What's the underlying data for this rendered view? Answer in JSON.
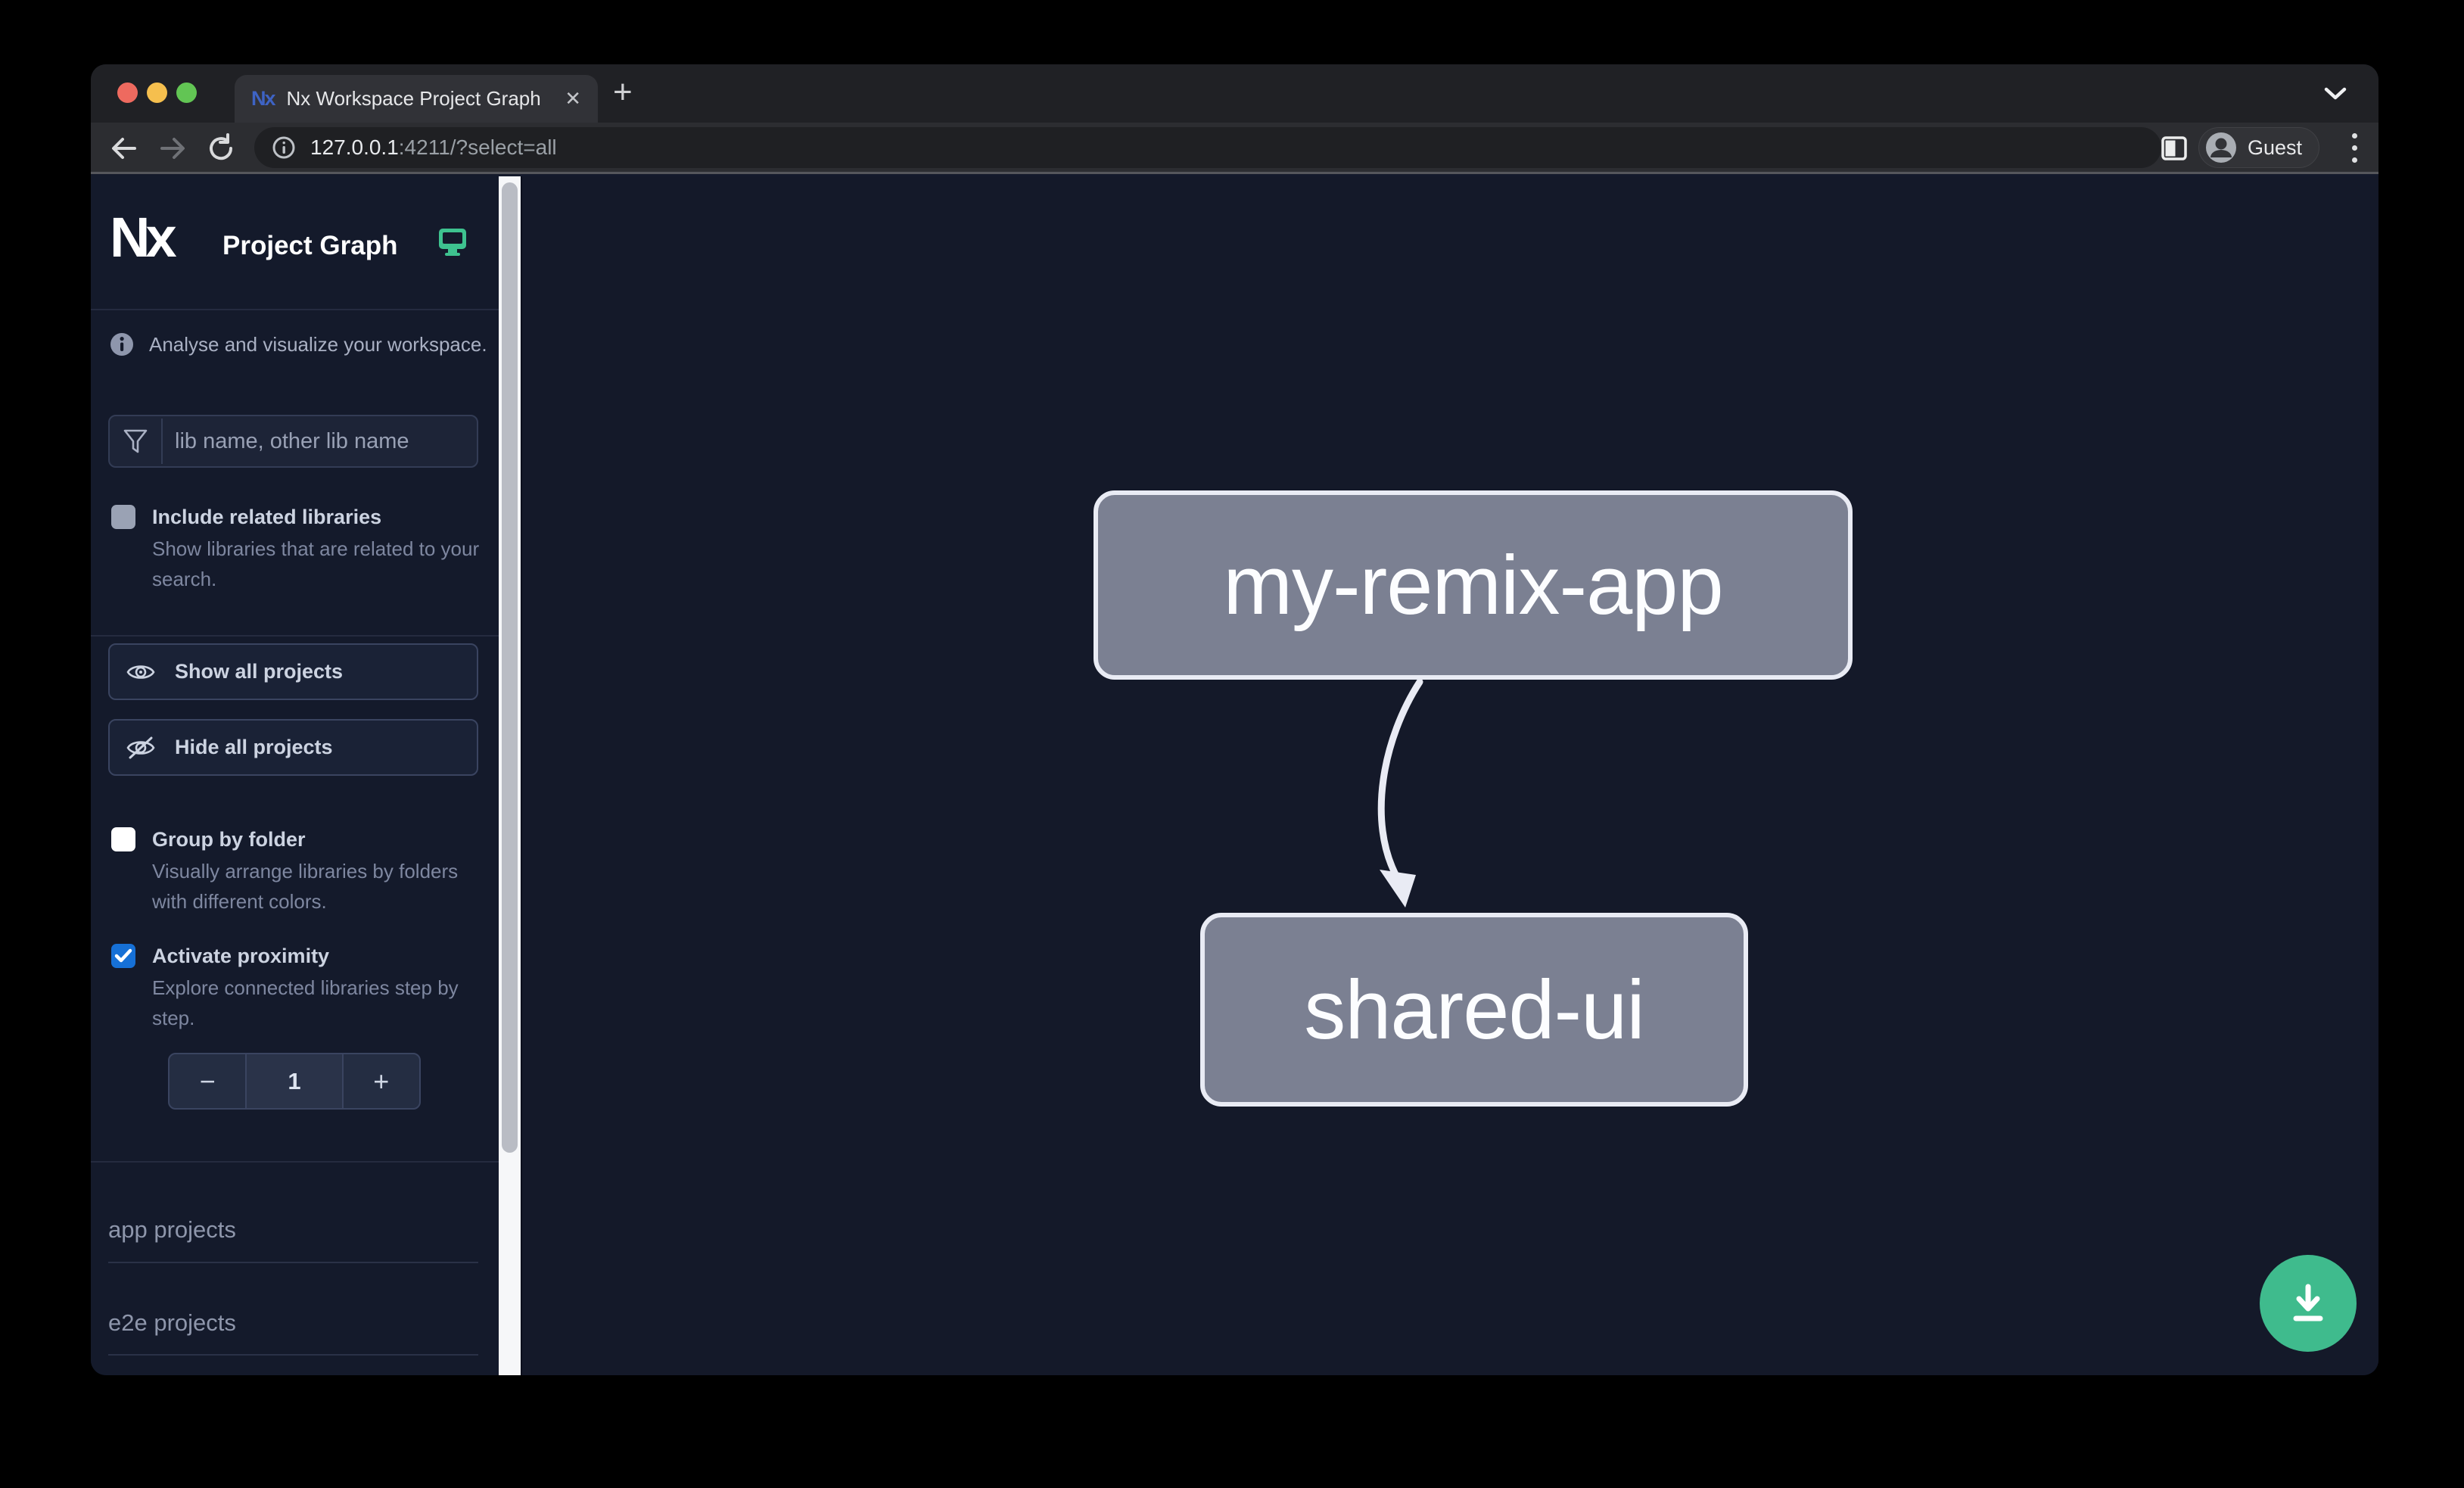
{
  "browser": {
    "tab": {
      "title": "Nx Workspace Project Graph",
      "close_glyph": "✕",
      "new_tab_glyph": "+",
      "favicon_text": "Nx"
    },
    "address": {
      "host": "127.0.0.1",
      "rest": ":4211/?select=all"
    },
    "profile": {
      "label": "Guest"
    }
  },
  "sidebar": {
    "logo_text": "Nx",
    "title": "Project Graph",
    "tagline": "Analyse and visualize your workspace.",
    "search": {
      "placeholder": "lib name, other lib name"
    },
    "options": [
      {
        "label": "Include related libraries",
        "description": "Show libraries that are related to your search.",
        "checked": false
      },
      {
        "label": "Group by folder",
        "description": "Visually arrange libraries by folders with different colors.",
        "checked": false
      },
      {
        "label": "Activate proximity",
        "description": "Explore connected libraries step by step.",
        "checked": true
      }
    ],
    "actions": [
      {
        "label": "Show all projects"
      },
      {
        "label": "Hide all projects"
      }
    ],
    "stepper": {
      "decrement": "−",
      "value": "1",
      "increment": "+"
    },
    "sections": [
      {
        "label": "app projects"
      },
      {
        "label": "e2e projects"
      }
    ]
  },
  "graph": {
    "nodes": [
      {
        "id": "my-remix-app",
        "label": "my-remix-app"
      },
      {
        "id": "shared-ui",
        "label": "shared-ui"
      }
    ],
    "edges": [
      {
        "from": "my-remix-app",
        "to": "shared-ui"
      }
    ]
  },
  "colors": {
    "accent_green": "#3ec28f",
    "checkbox_blue": "#1670d6",
    "node_fill": "#7b8092",
    "node_border": "#e9ebf4",
    "fab_green": "#3fbb8d",
    "canvas_bg": "#141929",
    "sidebar_bg": "#141a2b"
  }
}
